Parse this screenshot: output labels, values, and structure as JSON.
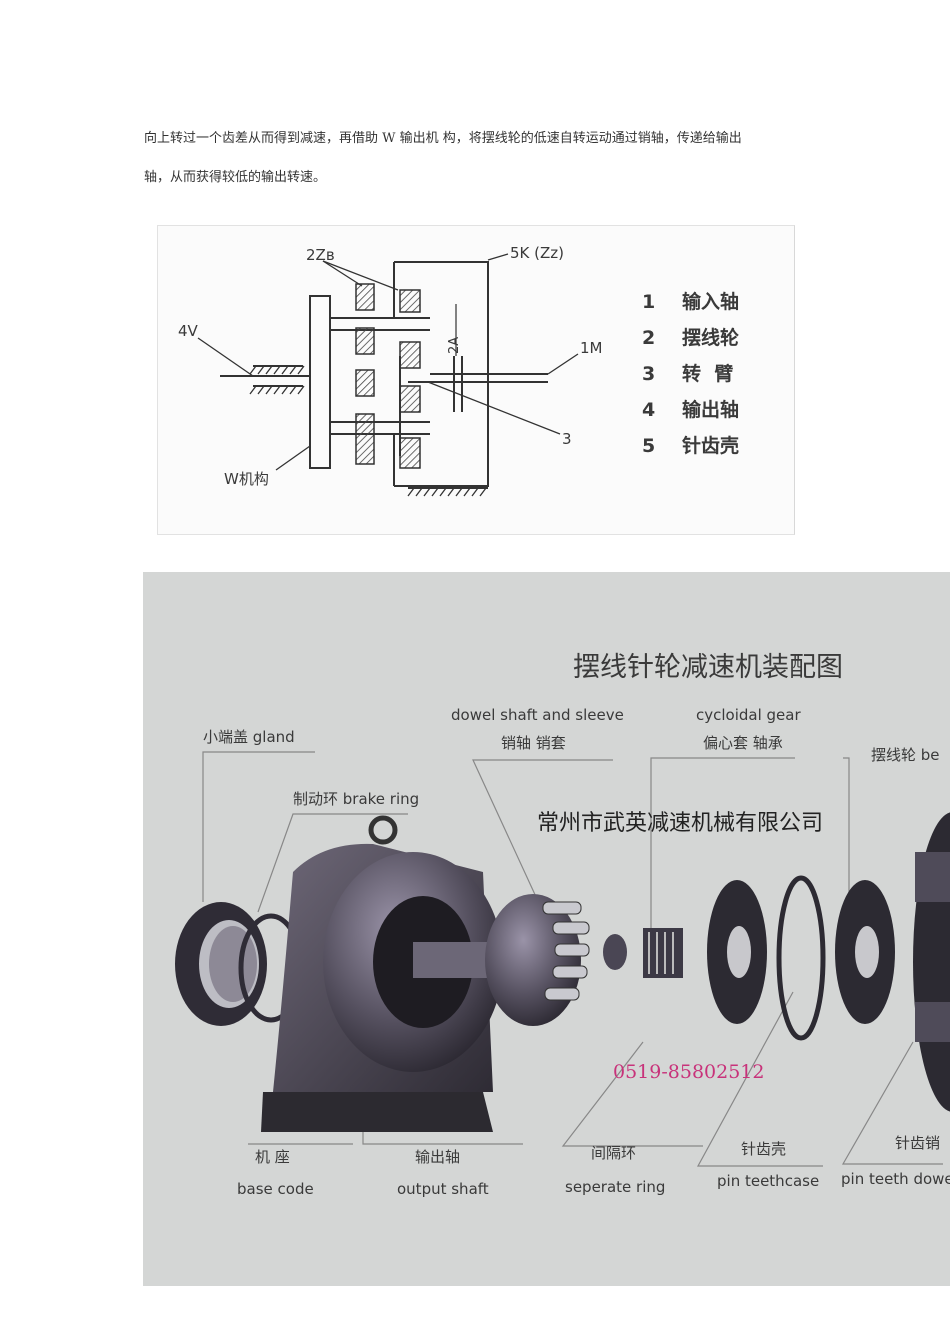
{
  "document": {
    "paragraph_line1": "向上转过一个齿差从而得到减速，再借助 W 输出机 构，将摆线轮的低速自转运动通过销轴，传递给输出",
    "paragraph_line2": "轴，从而获得较低的输出转速。"
  },
  "schematic": {
    "labels": {
      "zb": "2Zв",
      "k": "5K (Zz)",
      "v": "4V",
      "a": "2A",
      "m": "1M",
      "three": "3",
      "w": "W机构"
    },
    "legend": [
      {
        "num": "1",
        "text": "输入轴"
      },
      {
        "num": "2",
        "text": "摆线轮"
      },
      {
        "num": "3",
        "text": "转  臂"
      },
      {
        "num": "4",
        "text": "输出轴"
      },
      {
        "num": "5",
        "text": "针齿壳"
      }
    ]
  },
  "assembly": {
    "title": "摆线针轮减速机装配图",
    "company": "常州市武英减速机械有限公司",
    "phone": "0519-85802512",
    "labels": {
      "gland": "小端盖  gland",
      "brake_ring": "制动环  brake ring",
      "dowel_en": "dowel shaft and sleeve",
      "dowel_cn": "销轴 销套",
      "cycloidal_en": "cycloidal gear",
      "cycloidal_cn": "偏心套  轴承",
      "bearing_cut": "摆线轮  be",
      "base_cn": "机  座",
      "base_en": "base code",
      "output_cn": "输出轴",
      "output_en": "output shaft",
      "ring_cn": "间隔环",
      "ring_en": "seperate ring",
      "teeth_cn": "针齿壳",
      "teeth_en": "pin teethcase",
      "dowel2_cn": "针齿销",
      "dowel2_en": "pin teeth dowe"
    }
  }
}
